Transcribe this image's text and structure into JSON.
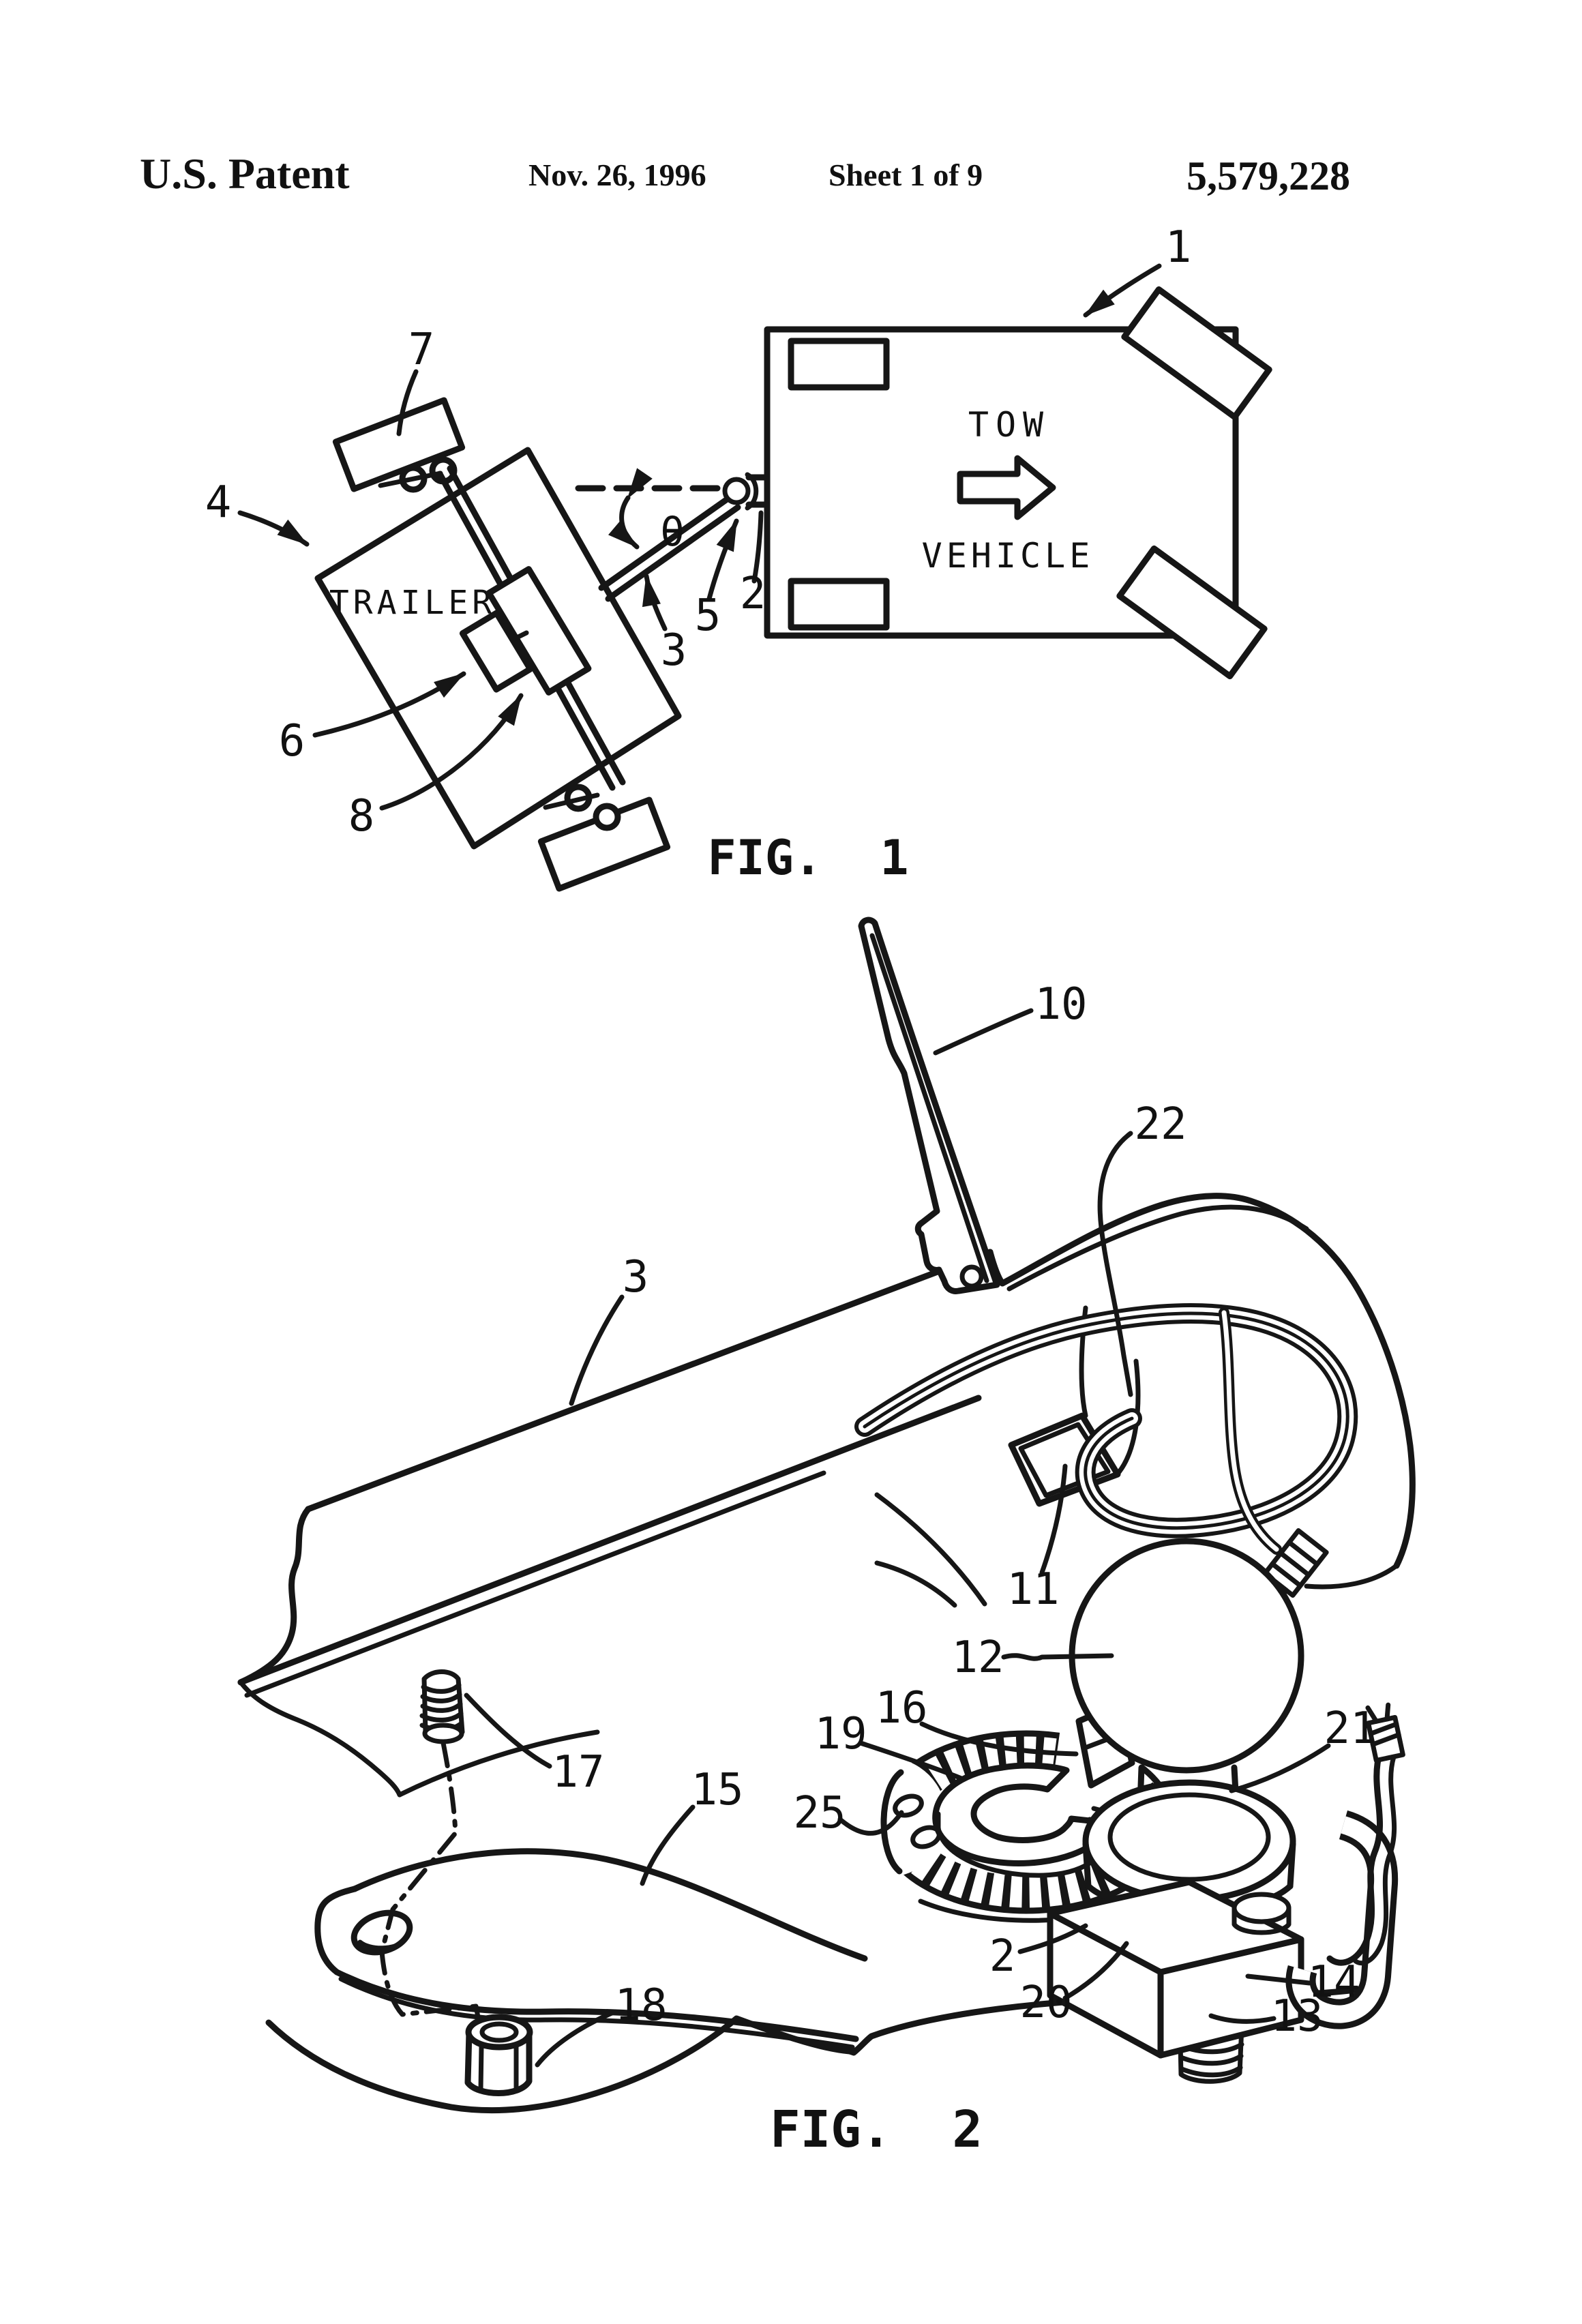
{
  "header": {
    "title": "U.S. Patent",
    "date": "Nov. 26, 1996",
    "sheet": "Sheet 1 of 9",
    "patent_number": "5,579,228"
  },
  "fig1": {
    "caption": "FIG.  1",
    "vehicle_line1": "TOW",
    "vehicle_line2": "VEHICLE",
    "trailer": "TRAILER",
    "theta": "θ",
    "refs": {
      "r1": "1",
      "r2": "2",
      "r3": "3",
      "r4": "4",
      "r5": "5",
      "r6": "6",
      "r7": "7",
      "r8": "8"
    }
  },
  "fig2": {
    "caption": "FIG.  2",
    "refs": {
      "r2": "2",
      "r3": "3",
      "r10": "10",
      "r11": "11",
      "r12": "12",
      "r13": "13",
      "r14": "14",
      "r15": "15",
      "r16": "16",
      "r17": "17",
      "r18": "18",
      "r19": "19",
      "r20": "20",
      "r21": "21",
      "r22": "22",
      "r25": "25"
    }
  },
  "colors": {
    "ink": "#161616",
    "paper": "#ffffff"
  }
}
